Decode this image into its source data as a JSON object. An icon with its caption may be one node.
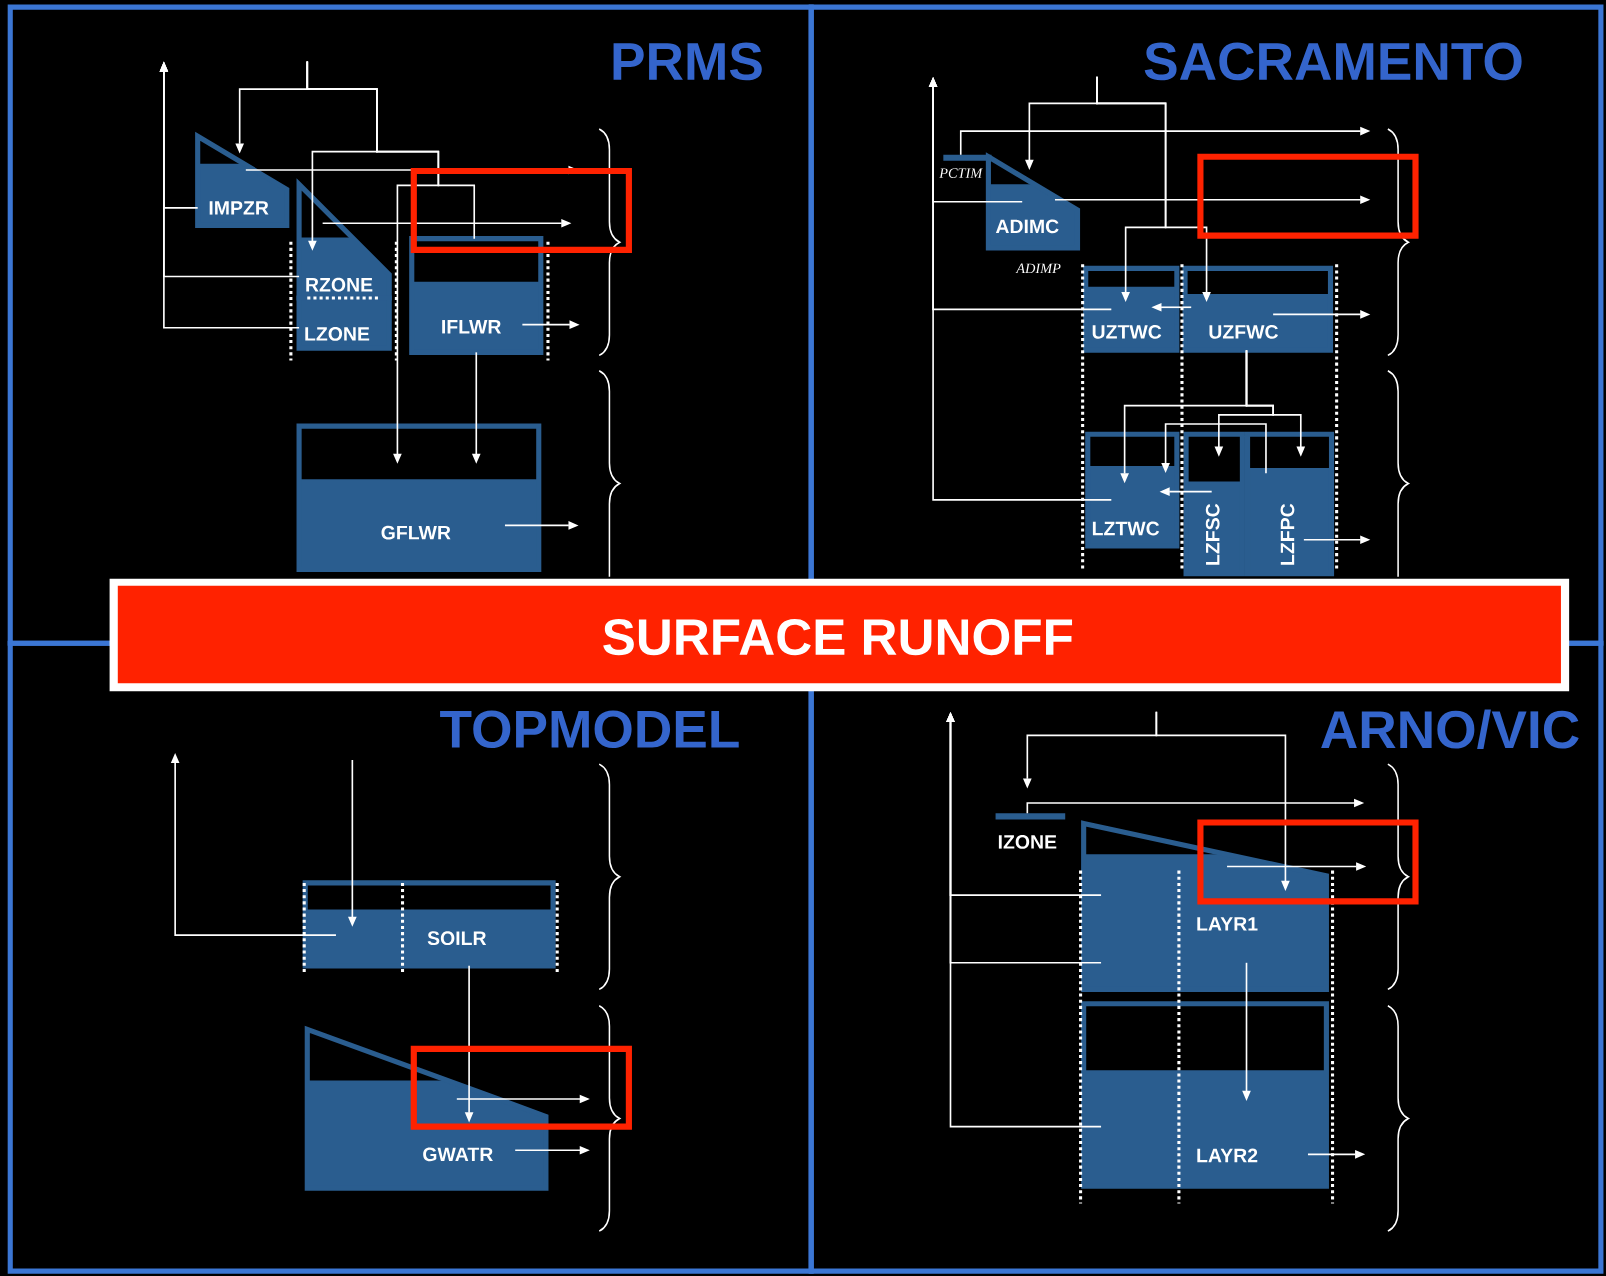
{
  "diagram": {
    "nodes": [
      {
        "text": [
          "PRMS"
        ]
      },
      {
        "text": [
          "IMPZR"
        ],
        "in": 0
      },
      {
        "text": [
          "RZONE"
        ],
        "in": 0
      },
      {
        "text": [
          "LZONE"
        ],
        "in": 0
      },
      {
        "text": [
          "IFLWR"
        ],
        "in": 0
      },
      {
        "text": [
          "GFLWR"
        ],
        "in": 0
      },
      {
        "text": [
          "SACRAMENTO"
        ]
      },
      {
        "text": [
          "PCTIM"
        ],
        "in": 6
      },
      {
        "text": [
          "ADIMC"
        ],
        "in": 6,
        "beside": [
          "ADIMP"
        ]
      },
      {
        "text": [
          "UZTWC"
        ],
        "in": 6
      },
      {
        "text": [
          "UZFWC"
        ],
        "in": 6
      },
      {
        "text": [
          "LZTWC"
        ],
        "in": 6
      },
      {
        "text": [
          "LZFSC"
        ],
        "in": 6
      },
      {
        "text": [
          "LZFPC"
        ],
        "in": 6
      },
      {
        "text": [
          "TOPMODEL"
        ]
      },
      {
        "text": [
          "SOILR"
        ],
        "in": 14
      },
      {
        "text": [
          "GWATR"
        ],
        "in": 14
      },
      {
        "text": [
          "ARNO/VIC"
        ]
      },
      {
        "text": [
          "IZONE"
        ],
        "in": 17
      },
      {
        "text": [
          "LAYR1"
        ],
        "in": 17
      },
      {
        "text": [
          "LAYR2"
        ],
        "in": 17
      },
      {
        "text": [
          "SURFACE RUNOFF"
        ]
      },
      {
        "text": [],
        "shape": "brace",
        "in": 0
      },
      {
        "text": [],
        "shape": "brace",
        "in": 0
      },
      {
        "text": [],
        "shape": "brace",
        "in": 6
      },
      {
        "text": [],
        "shape": "brace",
        "in": 6
      },
      {
        "text": [],
        "shape": "brace",
        "in": 14
      },
      {
        "text": [],
        "shape": "brace",
        "in": 14
      },
      {
        "text": [],
        "shape": "brace",
        "in": 17
      },
      {
        "text": [],
        "shape": "brace",
        "in": 17
      }
    ],
    "edges": [
      {
        "from": null,
        "to": 1,
        "arrow": "to"
      },
      {
        "from": null,
        "to": 2,
        "arrow": "to"
      },
      {
        "from": null,
        "to": 4,
        "arrow": "none"
      },
      {
        "from": null,
        "to": 5,
        "arrow": "to"
      },
      {
        "from": 1,
        "to": 22,
        "arrow": "to"
      },
      {
        "from": 2,
        "to": 22,
        "arrow": "to"
      },
      {
        "from": 4,
        "to": 22,
        "arrow": "to"
      },
      {
        "from": 4,
        "to": 5,
        "arrow": "to"
      },
      {
        "from": 5,
        "to": 23,
        "arrow": "to"
      },
      {
        "from": 1,
        "to": null,
        "arrow": "to"
      },
      {
        "from": 2,
        "to": null,
        "arrow": "to"
      },
      {
        "from": 3,
        "to": null,
        "arrow": "to"
      },
      {
        "from": null,
        "to": 8,
        "arrow": "to"
      },
      {
        "from": null,
        "to": 9,
        "arrow": "to"
      },
      {
        "from": null,
        "to": 10,
        "arrow": "to"
      },
      {
        "from": 7,
        "to": 24,
        "arrow": "to"
      },
      {
        "from": 8,
        "to": 24,
        "arrow": "to"
      },
      {
        "from": 10,
        "to": 9,
        "arrow": "to"
      },
      {
        "from": 10,
        "to": 24,
        "arrow": "to"
      },
      {
        "from": 10,
        "to": 11,
        "arrow": "to"
      },
      {
        "from": 10,
        "to": 12,
        "arrow": "to"
      },
      {
        "from": 10,
        "to": 13,
        "arrow": "to"
      },
      {
        "from": 13,
        "to": 11,
        "arrow": "to"
      },
      {
        "from": 12,
        "to": 11,
        "arrow": "to"
      },
      {
        "from": 13,
        "to": 25,
        "arrow": "to"
      },
      {
        "from": 8,
        "to": null,
        "arrow": "to"
      },
      {
        "from": 9,
        "to": null,
        "arrow": "to"
      },
      {
        "from": 11,
        "to": null,
        "arrow": "to"
      },
      {
        "from": null,
        "to": 15,
        "arrow": "to"
      },
      {
        "from": 15,
        "to": null,
        "arrow": "to"
      },
      {
        "from": 15,
        "to": 16,
        "arrow": "to"
      },
      {
        "from": 16,
        "to": 27,
        "arrow": "to"
      },
      {
        "from": 16,
        "to": 27,
        "arrow": "to"
      },
      {
        "from": null,
        "to": 18,
        "arrow": "to"
      },
      {
        "from": null,
        "to": 19,
        "arrow": "to"
      },
      {
        "from": 18,
        "to": 28,
        "arrow": "to"
      },
      {
        "from": 19,
        "to": 28,
        "arrow": "to"
      },
      {
        "from": 19,
        "to": 20,
        "arrow": "to"
      },
      {
        "from": 20,
        "to": 29,
        "arrow": "to"
      },
      {
        "from": 19,
        "to": null,
        "arrow": "to"
      },
      {
        "from": 19,
        "to": null,
        "arrow": "to"
      },
      {
        "from": 20,
        "to": null,
        "arrow": "to"
      }
    ]
  }
}
